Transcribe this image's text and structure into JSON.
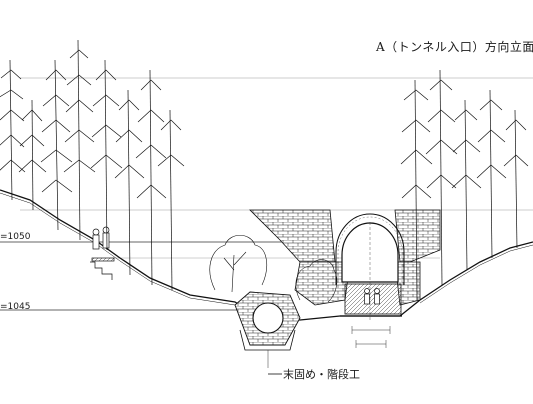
{
  "drawing": {
    "title": "A（トンネル入口）方向立面図",
    "elevation_upper": "=1050",
    "elevation_lower": "=1045",
    "callout": "末固め・階段工"
  },
  "colors": {
    "ink": "#1a1a1a",
    "paper": "#ffffff"
  }
}
